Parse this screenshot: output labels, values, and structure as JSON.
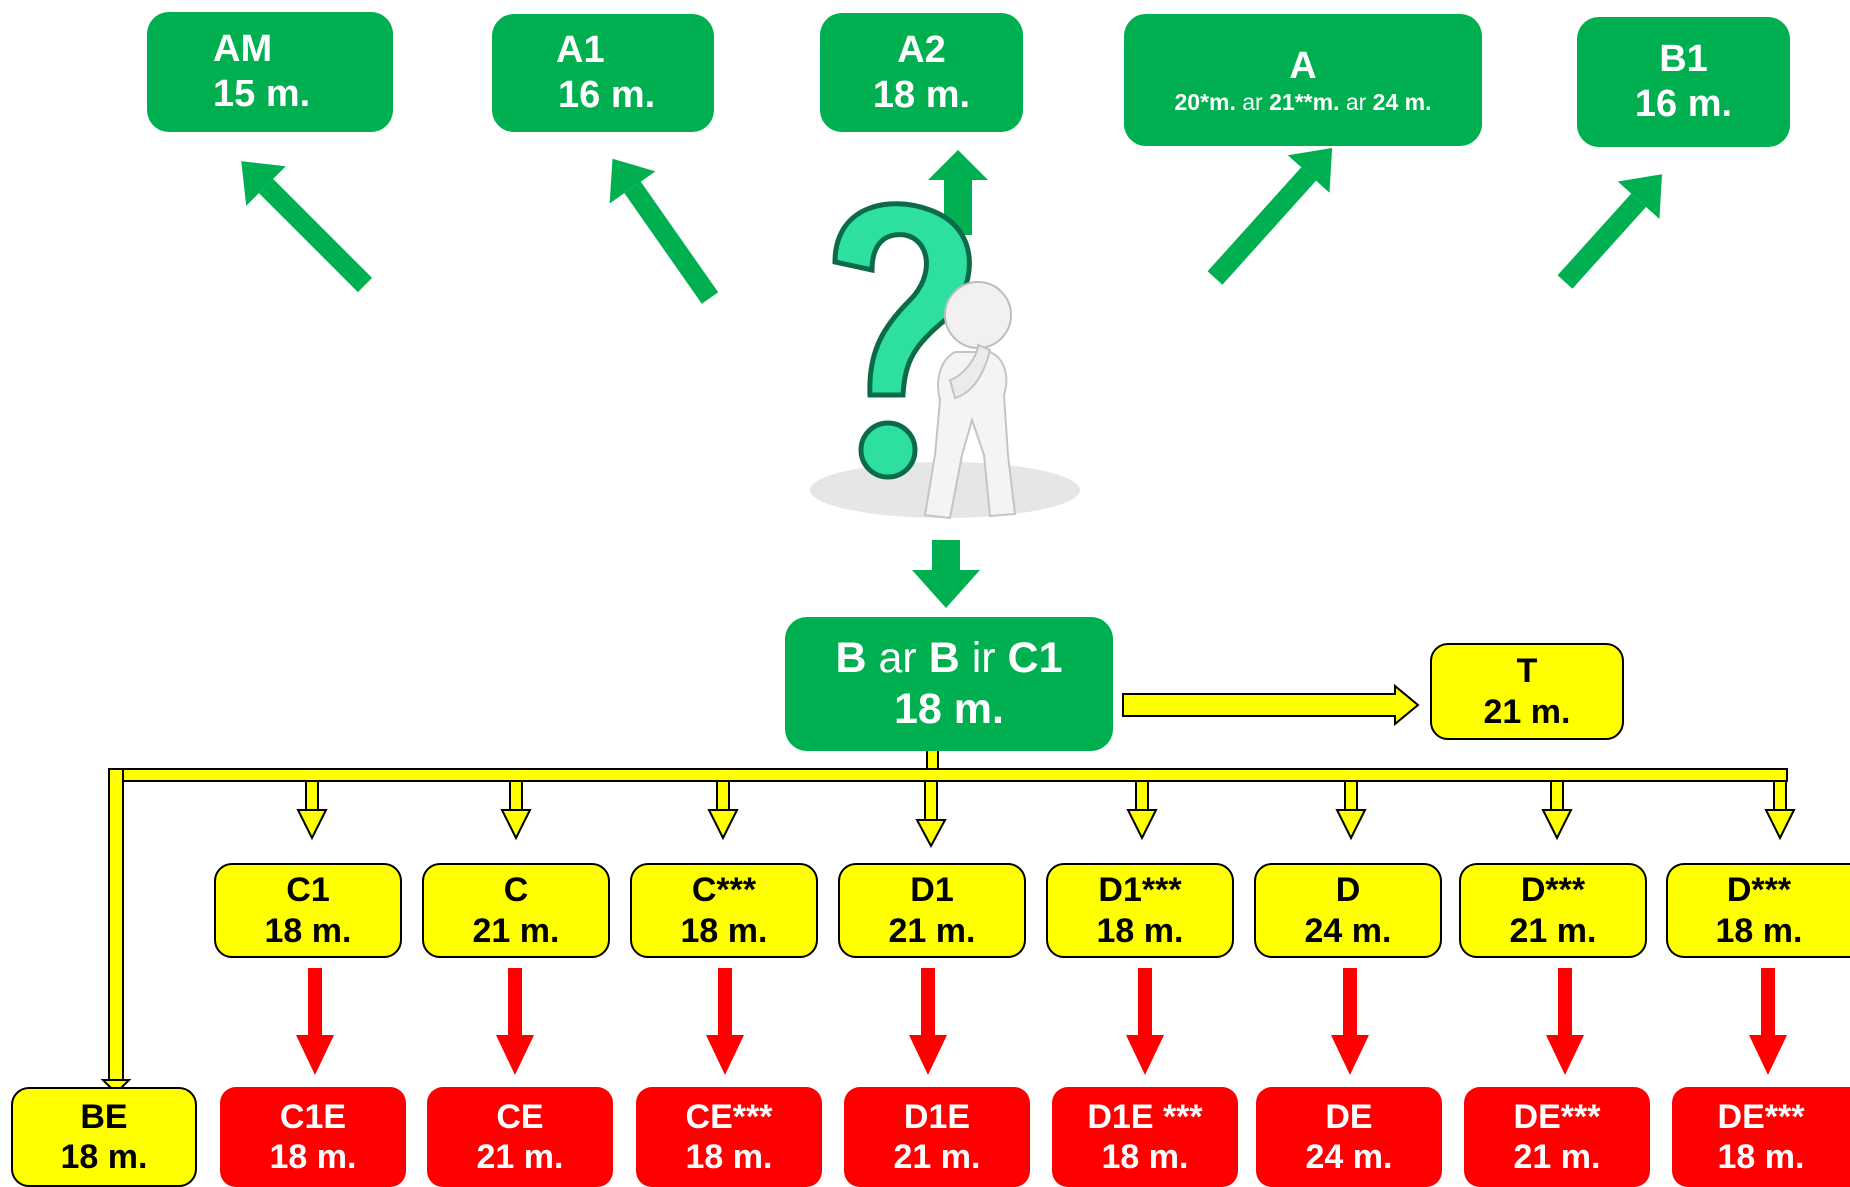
{
  "top_categories": [
    {
      "code": "AM",
      "age": "15 m."
    },
    {
      "code": "A1",
      "age": "16 m."
    },
    {
      "code": "A2",
      "age": "18 m."
    },
    {
      "code": "A",
      "age_a": "20*",
      "age_a_unit": "m.",
      "or1": "ar",
      "age_b": "21**",
      "age_b_unit": "m.",
      "or2": "ar",
      "age_c": "24 m."
    },
    {
      "code": "B1",
      "age": "16 m."
    }
  ],
  "central": {
    "part1": "B",
    "or": "ar",
    "part2": "B",
    "and": "ir",
    "part3": "C1",
    "age": "18 m."
  },
  "t_category": {
    "code": "T",
    "age": "21 m."
  },
  "be_category": {
    "code": "BE",
    "age": "18 m."
  },
  "yellow_categories": [
    {
      "code": "C1",
      "age": "18 m."
    },
    {
      "code": "C",
      "age": "21 m."
    },
    {
      "code": "C***",
      "age": "18 m."
    },
    {
      "code": "D1",
      "age": "21 m."
    },
    {
      "code": "D1***",
      "age": "18 m."
    },
    {
      "code": "D",
      "age": "24 m."
    },
    {
      "code": "D***",
      "age": "21 m."
    },
    {
      "code": "D***",
      "age": "18 m."
    }
  ],
  "red_categories": [
    {
      "code": "C1E",
      "age": "18 m."
    },
    {
      "code": "CE",
      "age": "21 m."
    },
    {
      "code": "CE***",
      "age": "18 m."
    },
    {
      "code": "D1E",
      "age": "21 m."
    },
    {
      "code": "D1E ***",
      "age": "18 m."
    },
    {
      "code": "DE",
      "age": "24 m."
    },
    {
      "code": "DE***",
      "age": "21 m."
    },
    {
      "code": "DE***",
      "age": "18 m."
    }
  ],
  "colors": {
    "green": "#00b050",
    "yellow": "#ffff00",
    "red": "#ff0000",
    "teal": "#2de0a0"
  },
  "icons": [
    "question-mark-figure-icon"
  ]
}
